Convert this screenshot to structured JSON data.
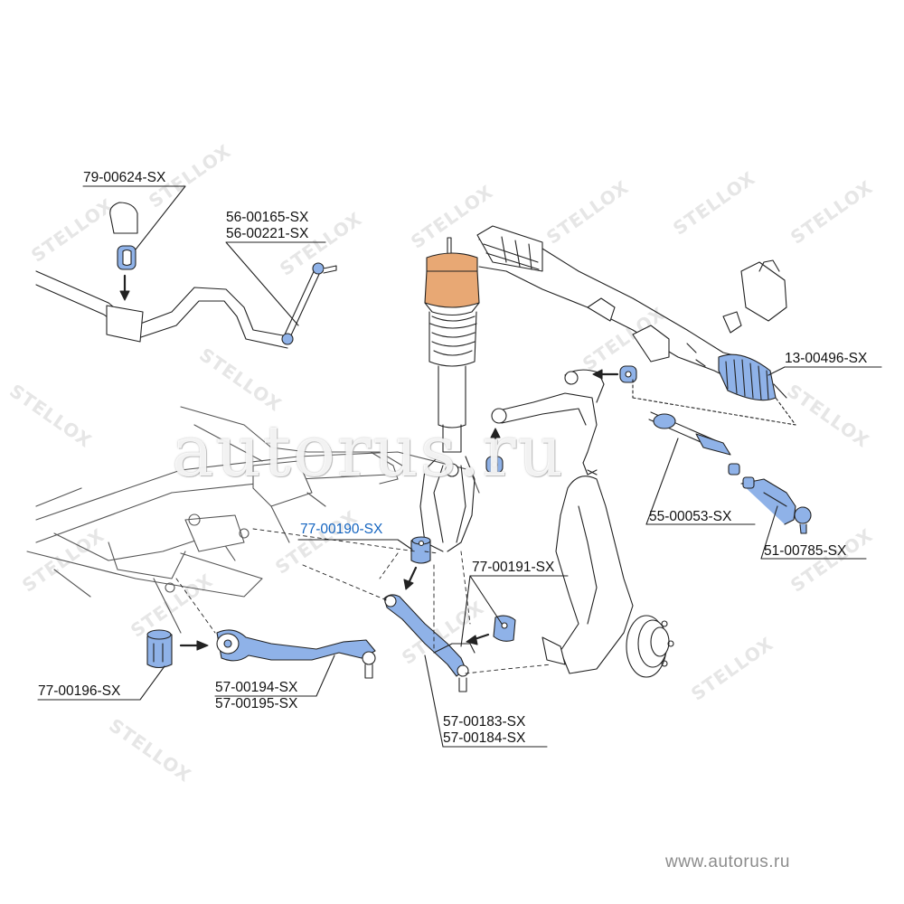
{
  "brand_watermark": "STELLOX",
  "site_watermark": "autorus.ru",
  "footer_url": "www.autorus.ru",
  "colors": {
    "line": "#222222",
    "part_fill": "#ffffff",
    "highlight_blue": "#8fb2e8",
    "highlight_orange": "#e8a874",
    "active_label": "#1565c0",
    "watermark": "#e6e6e6"
  },
  "labels": {
    "p79_00624": "79-00624-SX",
    "p56_00165": "56-00165-SX",
    "p56_00221": "56-00221-SX",
    "p13_00496": "13-00496-SX",
    "p55_00053": "55-00053-SX",
    "p51_00785": "51-00785-SX",
    "p77_00190": "77-00190-SX",
    "p77_00191": "77-00191-SX",
    "p77_00196": "77-00196-SX",
    "p57_00194": "57-00194-SX",
    "p57_00195": "57-00195-SX",
    "p57_00183": "57-00183-SX",
    "p57_00184": "57-00184-SX"
  }
}
